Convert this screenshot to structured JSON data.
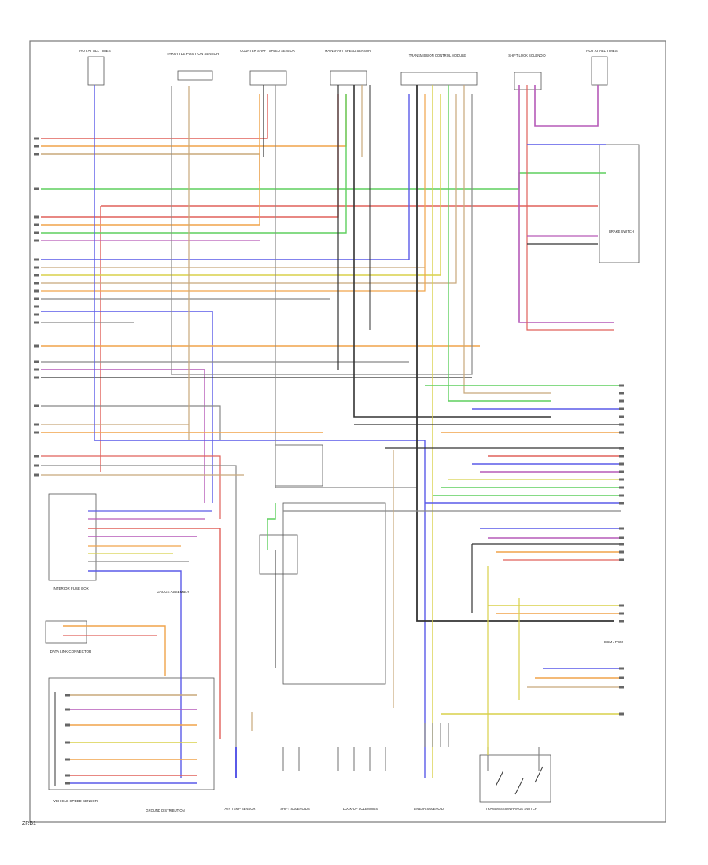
{
  "diagram": {
    "footer_code": "ZRB1",
    "component_labels": {
      "interior_fuse_box": "INTERIOR FUSE BOX",
      "transmission_control_module": "TRANSMISSION CONTROL MODULE",
      "transmission_range_switch": "TRANSMISSION RANGE SWITCH",
      "counter_shaft_speed_sensor": "COUNTER SHAFT SPEED SENSOR",
      "mainshaft_speed_sensor": "MAINSHAFT SPEED SENSOR",
      "shift_lock_solenoid": "SHIFT LOCK SOLENOID",
      "brake_switch": "BRAKE SWITCH",
      "atf_temp_sensor": "ATF TEMP SENSOR",
      "shift_solenoids": "SHIFT SOLENOIDS",
      "lockup_solenoids": "LOCK-UP SOLENOIDS",
      "linear_solenoid": "LINEAR SOLENOID",
      "gauge_assembly": "GAUGE ASSEMBLY",
      "data_link_connector": "DATA LINK CONNECTOR",
      "vss": "VEHICLE SPEED SENSOR",
      "hot_fuse_left": "HOT AT ALL TIMES",
      "hot_fuse_right": "HOT AT ALL TIMES",
      "throttle_position": "THROTTLE POSITION SENSOR",
      "ecm_pcm": "ECM / PCM",
      "grounds": "GROUND DISTRIBUTION"
    }
  },
  "colors": {
    "line_red": "#e0605a",
    "line_orange": "#f0a44a",
    "line_yellow": "#d8d04a",
    "line_green": "#5fcf5f",
    "line_blue": "#5a5ae8",
    "line_purple": "#b65ab8",
    "line_dark": "#333333",
    "line_gray": "#888888",
    "line_tan": "#c8a87a",
    "frame": "#777777"
  }
}
